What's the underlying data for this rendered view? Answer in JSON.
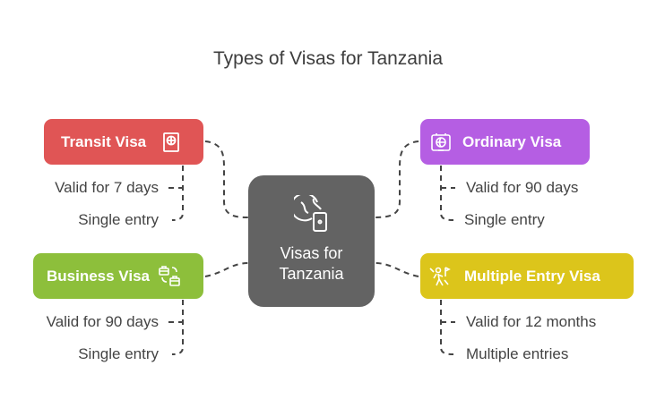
{
  "title": "Types of Visas for Tanzania",
  "center": {
    "line1": "Visas for",
    "line2": "Tanzania",
    "icon": "globe-passport-icon"
  },
  "nodes": [
    {
      "label": "Transit Visa",
      "color": "#e05555",
      "icon": "passport-icon",
      "details": [
        "Valid for 7 days",
        "Single entry"
      ]
    },
    {
      "label": "Ordinary Visa",
      "color": "#b55ee3",
      "icon": "luggage-globe-icon",
      "details": [
        "Valid for 90 days",
        "Single entry"
      ]
    },
    {
      "label": "Business Visa",
      "color": "#8dbf3b",
      "icon": "briefcase-exchange-icon",
      "details": [
        "Valid for 90 days",
        "Single entry"
      ]
    },
    {
      "label": "Multiple Entry Visa",
      "color": "#dcc51b",
      "icon": "hiker-flag-icon",
      "details": [
        "Valid for 12 months",
        "Multiple entries"
      ]
    }
  ]
}
